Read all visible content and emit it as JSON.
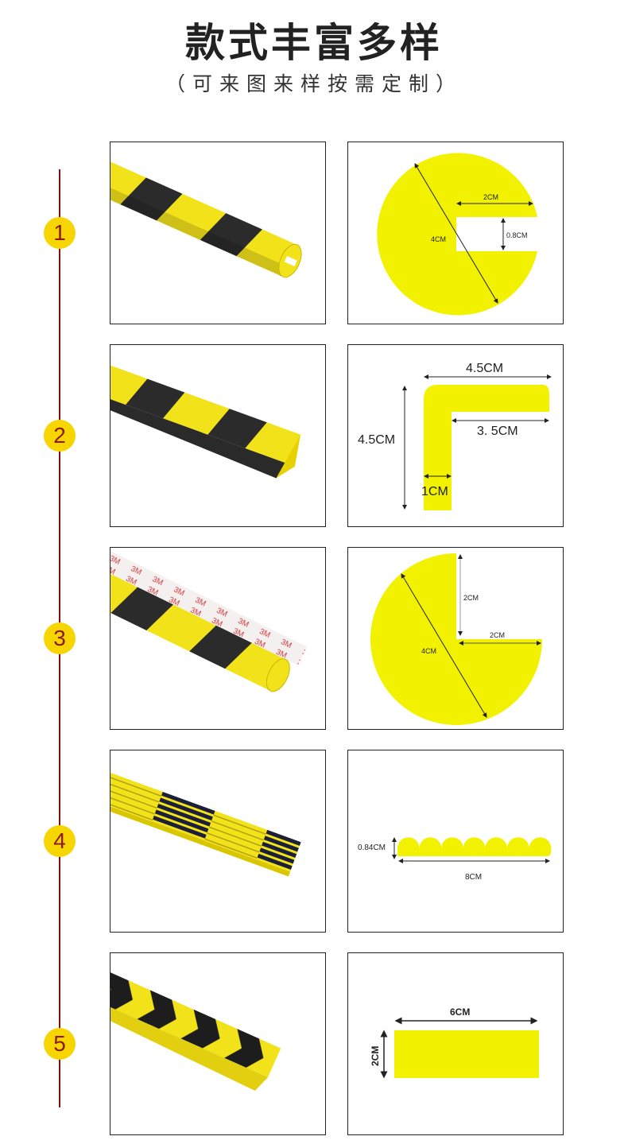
{
  "title": "款式丰富多样",
  "subtitle": "（可来图来样按需定制）",
  "colors": {
    "yellow": "#f2f200",
    "timeline": "#7a1212",
    "badge": "#f7d500"
  },
  "items": [
    {
      "number": "1",
      "labels": {
        "diameter": "4CM",
        "width": "2CM",
        "slot": "0.8CM"
      }
    },
    {
      "number": "2",
      "labels": {
        "top": "4.5CM",
        "side": "4.5CM",
        "inner": "3. 5CM",
        "thickness": "1CM"
      }
    },
    {
      "number": "3",
      "labels": {
        "diameter": "4CM",
        "vertical": "2CM",
        "horizontal": "2CM"
      }
    },
    {
      "number": "4",
      "labels": {
        "height": "0.84CM",
        "width": "8CM"
      }
    },
    {
      "number": "5",
      "labels": {
        "width": "6CM",
        "height": "2CM"
      }
    }
  ]
}
